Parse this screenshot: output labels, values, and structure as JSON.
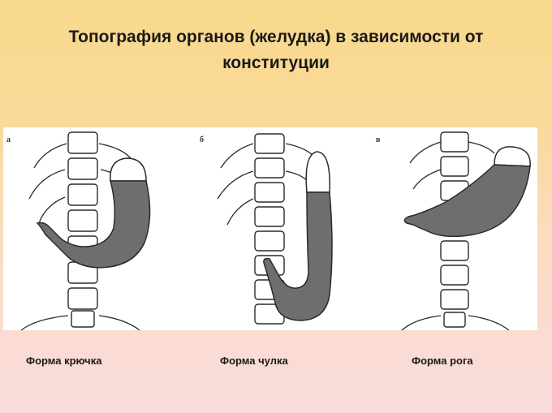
{
  "slide": {
    "title_line1": "Топография органов (желудка) в зависимости от",
    "title_line2": "конституции"
  },
  "panels": [
    {
      "letter": "а",
      "caption": "Форма крючка"
    },
    {
      "letter": "б",
      "caption": "Форма чулка"
    },
    {
      "letter": "в",
      "caption": "Форма рога"
    }
  ],
  "colors": {
    "background_top": "#f9d98c",
    "background_bottom": "#f9dcdc",
    "stomach_fill": "#6e6e6e",
    "outline": "#2a2a2a"
  }
}
